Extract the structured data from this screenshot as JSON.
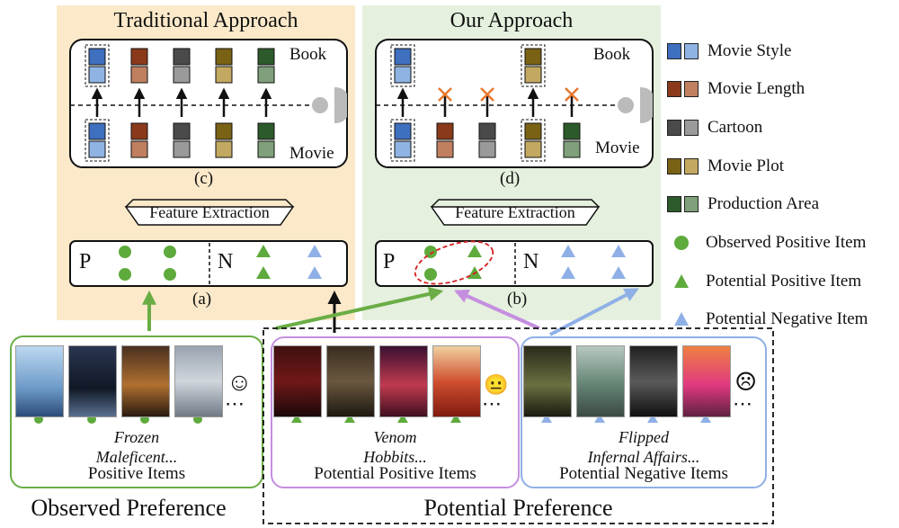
{
  "panels": {
    "traditional_title": "Traditional Approach",
    "our_title": "Our Approach",
    "book_label": "Book",
    "movie_label": "Movie",
    "panel_c_label": "(c)",
    "panel_d_label": "(d)",
    "feature_extraction": "Feature Extraction",
    "panel_a_label": "(a)",
    "panel_b_label": "(b)",
    "p_label": "P",
    "n_label": "N"
  },
  "legend": [
    {
      "label": "Movie Style",
      "colors": [
        "#3f6fbf",
        "#8fb3e3"
      ]
    },
    {
      "label": "Movie Length",
      "colors": [
        "#8a3a1a",
        "#c08060"
      ]
    },
    {
      "label": "Cartoon",
      "colors": [
        "#4a4a4a",
        "#9a9a9a"
      ]
    },
    {
      "label": "Movie Plot",
      "colors": [
        "#7a6215",
        "#c2a860"
      ]
    },
    {
      "label": "Production Area",
      "colors": [
        "#2d5a2a",
        "#7fa07a"
      ]
    },
    {
      "label": "Observed Positive Item",
      "icon": "circle",
      "color": "#5eaa3c"
    },
    {
      "label": "Potential Positive Item",
      "icon": "triangle",
      "color": "#5eaa3c"
    },
    {
      "label": "Potential Negative Item",
      "icon": "triangle",
      "color": "#8fb0e6"
    }
  ],
  "groups": {
    "observed": {
      "titles_line1": "Frozen",
      "titles_line2": "Maleficent...",
      "name": "Positive Items",
      "caption": "Observed Preference"
    },
    "potential_pos": {
      "titles_line1": "Venom",
      "titles_line2": "Hobbits...",
      "name": "Potential Positive Items"
    },
    "potential_neg": {
      "titles_line1": "Flipped",
      "titles_line2": "Infernal Affairs...",
      "name": "Potential Negative Items"
    },
    "potential_caption": "Potential Preference"
  },
  "faces": {
    "happy": "☺",
    "neutral": "😐",
    "sad": "☹"
  },
  "ellipsis": "⋯"
}
